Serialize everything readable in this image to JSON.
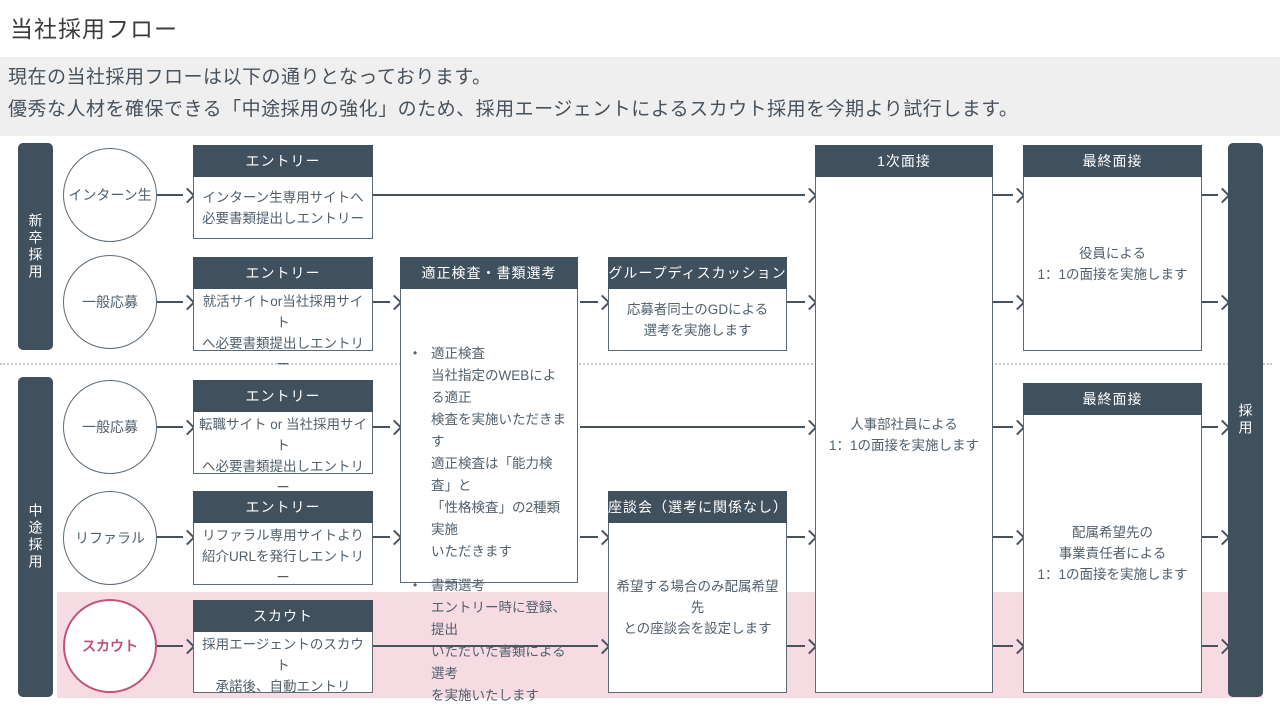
{
  "page": {
    "title": "当社採用フロー",
    "intro_line1": "現在の当社採用フローは以下の通りとなっております。",
    "intro_line2": "優秀な人材を確保できる「中途採用の強化」のため、採用エージェントによるスカウト採用を今期より試行します。"
  },
  "lanes": {
    "new_grad": "新卒採用",
    "mid_career": "中途採用",
    "hired": "採用"
  },
  "sources": [
    {
      "label": "インターン生"
    },
    {
      "label": "一般応募"
    },
    {
      "label": "一般応募"
    },
    {
      "label": "リファラル"
    },
    {
      "label": "スカウト"
    }
  ],
  "entries": [
    {
      "header": "エントリー",
      "body": "インターン生専用サイトへ\n必要書類提出しエントリー"
    },
    {
      "header": "エントリー",
      "body": "就活サイトor当社採用サイト\nへ必要書類提出しエントリー"
    },
    {
      "header": "エントリー",
      "body": "転職サイト or 当社採用サイト\nへ必要書類提出しエントリー"
    },
    {
      "header": "エントリー",
      "body": "リファラル専用サイトより\n紹介URLを発行しエントリー"
    },
    {
      "header": "スカウト",
      "body": "採用エージェントのスカウト\n承諾後、自動エントリ"
    }
  ],
  "screening": {
    "header": "適正検査・書類選考",
    "bullets": [
      {
        "marker": "•",
        "title": "適正検査",
        "body": "当社指定のWEBによる適正\n検査を実施いただきます\n適正検査は「能力検査」と\n「性格検査」の2種類実施\nいただきます"
      },
      {
        "marker": "•",
        "title": "書類選考",
        "body": "エントリー時に登録、提出\nいただいた書類による選考\nを実施いたします"
      }
    ]
  },
  "group_discussion": {
    "header": "グループディスカッション",
    "body": "応募者同士のGDによる\n選考を実施します"
  },
  "roundtable": {
    "header": "座談会（選考に関係なし）",
    "body": "希望する場合のみ配属希望先\nとの座談会を設定します"
  },
  "first_interview": {
    "header": "1次面接",
    "body": "人事部社員による\n1：1の面接を実施します"
  },
  "final_interview_top": {
    "header": "最終面接",
    "body": "役員による\n1：1の面接を実施します"
  },
  "final_interview_bottom": {
    "header": "最終面接",
    "body": "配属希望先の\n事業責任者による\n1：1の面接を実施します"
  },
  "colors": {
    "dark_slate": "#41505d",
    "box_border": "#5c6b76",
    "body_text": "#51606c",
    "arrow": "#46525e",
    "pink_band": "#f6dbe3",
    "pink_accent": "#bf4d77",
    "intro_band_bg": "#efefef"
  }
}
